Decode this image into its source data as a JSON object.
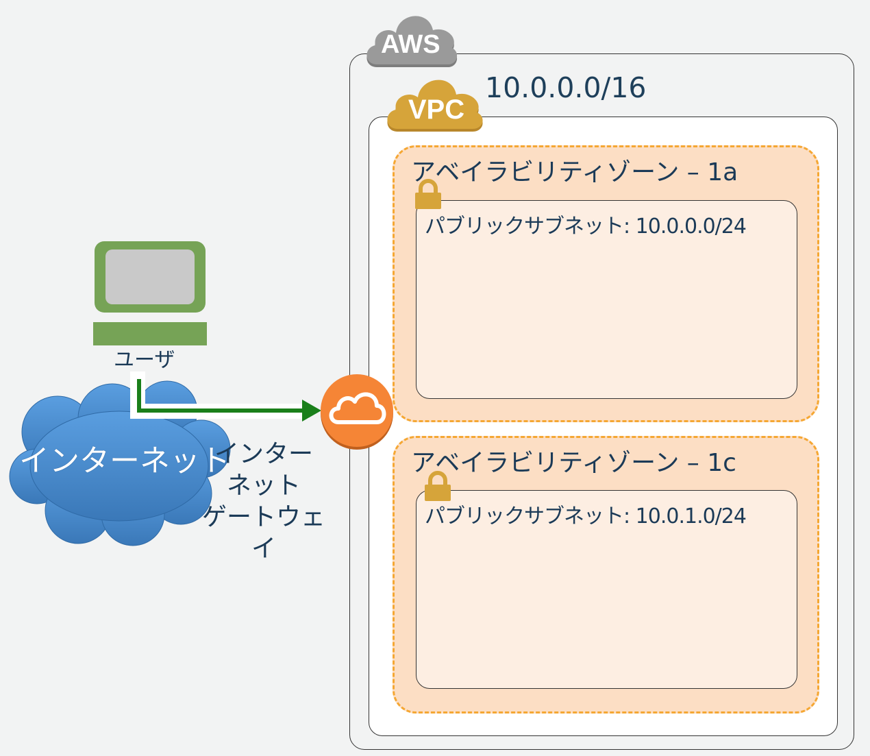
{
  "aws": {
    "label": "AWS",
    "badge_color": "#999999"
  },
  "vpc": {
    "label": "VPC",
    "cidr": "10.0.0.0/16",
    "badge_color": "#d6a43a"
  },
  "availability_zones": [
    {
      "label": "アベイラビリティゾーン – 1a",
      "subnet": {
        "label": "パブリックサブネット: 10.0.0.0/24"
      }
    },
    {
      "label": "アベイラビリティゾーン – 1c",
      "subnet": {
        "label": "パブリックサブネット: 10.0.1.0/24"
      }
    }
  ],
  "user": {
    "label": "ユーザ",
    "icon": "computer-icon",
    "color": "#76a356"
  },
  "internet": {
    "label": "インターネット",
    "icon": "cloud-icon",
    "color": "#4a8fd0"
  },
  "internet_gateway": {
    "label": "インター\nネット\nゲートウェイ",
    "icon": "internet-gateway-icon",
    "color": "#f58536"
  },
  "connection": {
    "color": "#1a7f1a"
  },
  "zone_color": "#f5a733",
  "lock_color": "#d6a43a"
}
